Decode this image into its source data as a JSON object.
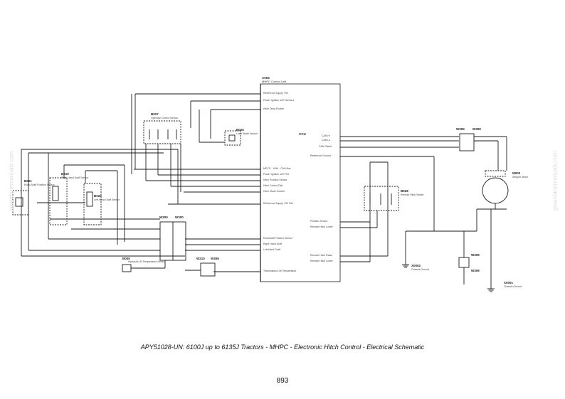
{
  "caption": "APY51028-UN: 6100J up to 6135J Tractors - MHPC - Electronic Hitch Control - Electrical Schematic",
  "page_number": "893",
  "watermark": "greenfarmmanuals.com",
  "components": {
    "a004": {
      "id": "A004",
      "name": "MHPC Control Unit",
      "unit": "CCU"
    },
    "b021": {
      "id": "B021",
      "name": "Rock-Shaft Position Sensor"
    },
    "b019": {
      "id": "B019",
      "name": "Right-Hand Draft Sensor"
    },
    "b020": {
      "id": "B020",
      "name": "Left-Hand Draft Sensor"
    },
    "b027": {
      "id": "B027",
      "name": "Operator Control Sensor"
    },
    "b026": {
      "id": "B026",
      "name": "Load Depth Sensor"
    },
    "b028": {
      "id": "B028",
      "name": "Remote Hitch Switch"
    },
    "b005": {
      "id": "B005",
      "name": "Hydraulic Oil Temperature Sensor"
    },
    "m003": {
      "id": "M003",
      "name": "Stepper Motor"
    },
    "w200": {
      "id": "W200"
    },
    "w300": {
      "id": "W300"
    },
    "w210": {
      "id": "W210"
    },
    "w306": {
      "id": "W306"
    },
    "w305": {
      "id": "W305"
    },
    "w308": {
      "id": "W308"
    },
    "w309": {
      "id": "W309"
    },
    "w306b": {
      "id": "W306"
    },
    "x0002": {
      "id": "X0002",
      "name": "Chassis Ground"
    },
    "x0001": {
      "id": "X0001",
      "name": "Chassis Ground"
    }
  },
  "a004_pins": [
    "Reference Supply +5V",
    "Power Ignition 12V Sensors",
    "Hitch Draw Enable",
    "Reference Supply +5V",
    "MPCS - 1996 - CAN Bus",
    "Power Ignition 12V Ref",
    "Hitch Position Sensor",
    "Hitch Control Dial",
    "Hitch Mode Control",
    "Reference Supply +5V Ref",
    "Rockshaft Position Sensor",
    "Right-Hand Draft",
    "Left-Hand Draft",
    "Transmission Oil Temperature",
    "CAN Hi",
    "CAN Lo",
    "CAN Shield",
    "Reference Ground",
    "Position Sensor",
    "Remote Hitch Lower",
    "Remote Hitch Raise",
    "Remote Hitch Lower"
  ]
}
